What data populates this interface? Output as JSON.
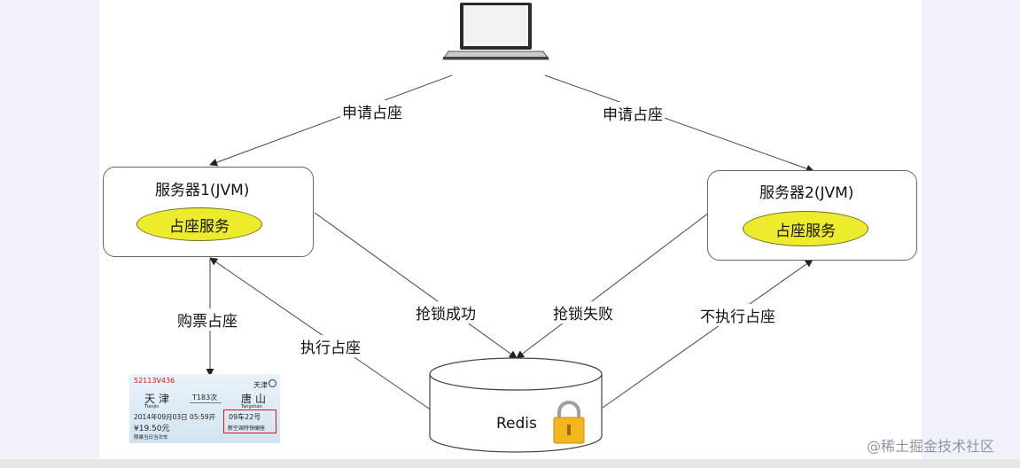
{
  "nodes": {
    "server1": {
      "title": "服务器1(JVM)",
      "service": "占座服务"
    },
    "server2": {
      "title": "服务器2(JVM)",
      "service": "占座服务"
    },
    "redis": {
      "label": "Redis"
    }
  },
  "edges": {
    "client_to_server1": "申请占座",
    "client_to_server2": "申请占座",
    "server1_to_ticket": "购票占座",
    "redis_to_server1": "执行占座",
    "server1_to_redis": "抢锁成功",
    "server2_to_redis": "抢锁失败",
    "redis_to_server2": "不执行占座"
  },
  "ticket": {
    "serial": "52113V436",
    "corner_station": "天津",
    "from": "天津",
    "from_en": "Tianjin",
    "train": "T183次",
    "to": "唐山",
    "to_en": "Tangshan",
    "datetime": "2014年09月03日 05:59开",
    "price": "¥19.50元",
    "note": "限乘当日当次车",
    "seat": "09车22号",
    "seat_type": "新空调特快硬座"
  },
  "watermark": "@稀土掘金技术社区",
  "colors": {
    "service_fill": "#ecec2c",
    "lock_body": "#f2b71d",
    "ticket_highlight": "#d21a1a"
  },
  "icons": [
    "laptop-icon",
    "padlock-icon",
    "database-cylinder-icon"
  ]
}
